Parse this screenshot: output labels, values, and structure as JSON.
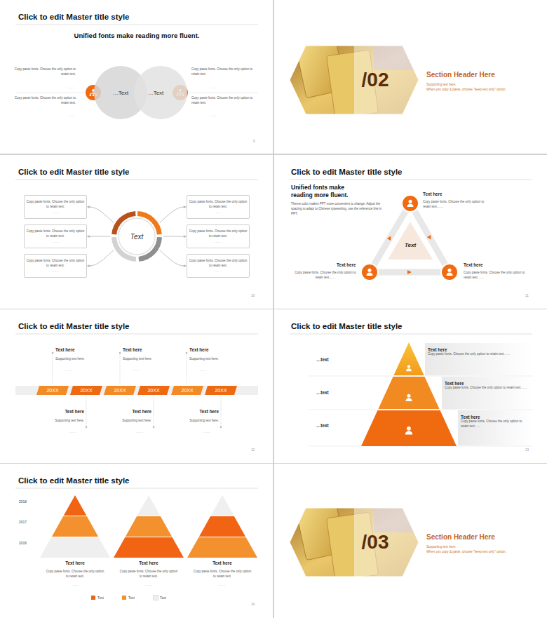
{
  "diagram": {
    "nodes": [
      {
        "text": [
          "…Text"
        ]
      },
      {
        "text": [
          "…Text"
        ]
      },
      {
        "text": [
          "/02"
        ]
      },
      {
        "text": [
          "Text"
        ]
      },
      {
        "text": [
          "Copy paste fonts. Choose the only option to retain text.",
          "……"
        ]
      },
      {
        "text": [
          "Copy paste fonts. Choose the only option to retain text.",
          "……"
        ]
      },
      {
        "text": [
          "Copy paste fonts. Choose the only option to retain text.",
          "……"
        ]
      },
      {
        "text": [
          "Copy paste fonts. Choose the only option to retain text.",
          "……"
        ]
      },
      {
        "text": [
          "Copy paste fonts. Choose the only option to retain text.",
          "……"
        ]
      },
      {
        "text": [
          "Copy paste fonts. Choose the only option to retain text.",
          "……"
        ]
      },
      {
        "text": [
          "Text"
        ]
      },
      {
        "text": [
          "20XX"
        ]
      },
      {
        "text": [
          "20XX"
        ]
      },
      {
        "text": [
          "20XX"
        ]
      },
      {
        "text": [
          "20XX"
        ]
      },
      {
        "text": [
          "20XX"
        ]
      },
      {
        "text": [
          "20XX"
        ]
      },
      {
        "text": [
          "Text here",
          "Copy paste fonts. Choose the only option to retain text……"
        ]
      },
      {
        "text": [
          "Text here",
          "Copy paste fonts. Choose the only option to retain text……"
        ]
      },
      {
        "text": [
          "Text here",
          "Copy paste fonts. Choose the only option to retain text……"
        ]
      },
      {
        "text": [
          "/03"
        ]
      }
    ],
    "edges": [
      {
        "from": 3,
        "to": 4,
        "arrow": "none"
      },
      {
        "from": 3,
        "to": 5,
        "arrow": "none"
      },
      {
        "from": 3,
        "to": 6,
        "arrow": "none"
      },
      {
        "from": 3,
        "to": 7,
        "arrow": "none"
      },
      {
        "from": 3,
        "to": 8,
        "arrow": "none"
      },
      {
        "from": 3,
        "to": 9,
        "arrow": "none"
      }
    ],
    "labels": [
      "Click to edit Master title style",
      "Unified fonts make reading more fluent.",
      "Copy paste fonts. Choose the only option to retain text.",
      "……",
      "Copy paste fonts. Choose the only option to retain text.",
      "……",
      "Copy paste fonts. Choose the only option to retain text.",
      "……",
      "Copy paste fonts. Choose the only option to retain text.",
      "……",
      "9",
      "Section Header Here",
      "Supporting text here.",
      "When you copy & paste, choose \"keep text only\" option.",
      "Click to edit Master title style",
      "10",
      "Click to edit Master title style",
      "Unified fonts make reading more fluent.",
      "Theme color makes PPT more convenient to change. Adjust the spacing to adapt to Chinese typesetting, use the reference line in PPT.",
      "Text here",
      "Copy paste fonts. Choose the only option to retain text……",
      "Text here",
      "Copy paste fonts. Choose the only option to retain text……",
      "Text here",
      "Copy paste fonts. Choose the only option to retain text……",
      "11",
      "Click to edit Master title style",
      "Text here",
      "Supporting text here.",
      "……",
      "Text here",
      "Supporting text here.",
      "……",
      "Text here",
      "Supporting text here.",
      "……",
      "Text here",
      "Supporting text here.",
      "……",
      "Text here",
      "Supporting text here.",
      "……",
      "Text here",
      "Supporting text here.",
      "……",
      "12",
      "Click to edit Master title style",
      "…text",
      "…text",
      "…text",
      "13",
      "Click to edit Master title style",
      "2018",
      "2017",
      "2016",
      "Text here",
      "Copy paste fonts. Choose the only option to retain text.",
      "……",
      "Text here",
      "Copy paste fonts. Choose the only option to retain text.",
      "……",
      "Text here",
      "Copy paste fonts. Choose the only option to retain text.",
      "……",
      "14",
      "Section Header Here",
      "Supporting text here.",
      "When you copy & paste, choose \"keep text only\" option."
    ],
    "legend": [
      {
        "text": "Text",
        "color": "#f06414"
      },
      {
        "text": "Text",
        "color": "#f2912e"
      },
      {
        "text": "Text",
        "color": "#efefef"
      }
    ]
  }
}
